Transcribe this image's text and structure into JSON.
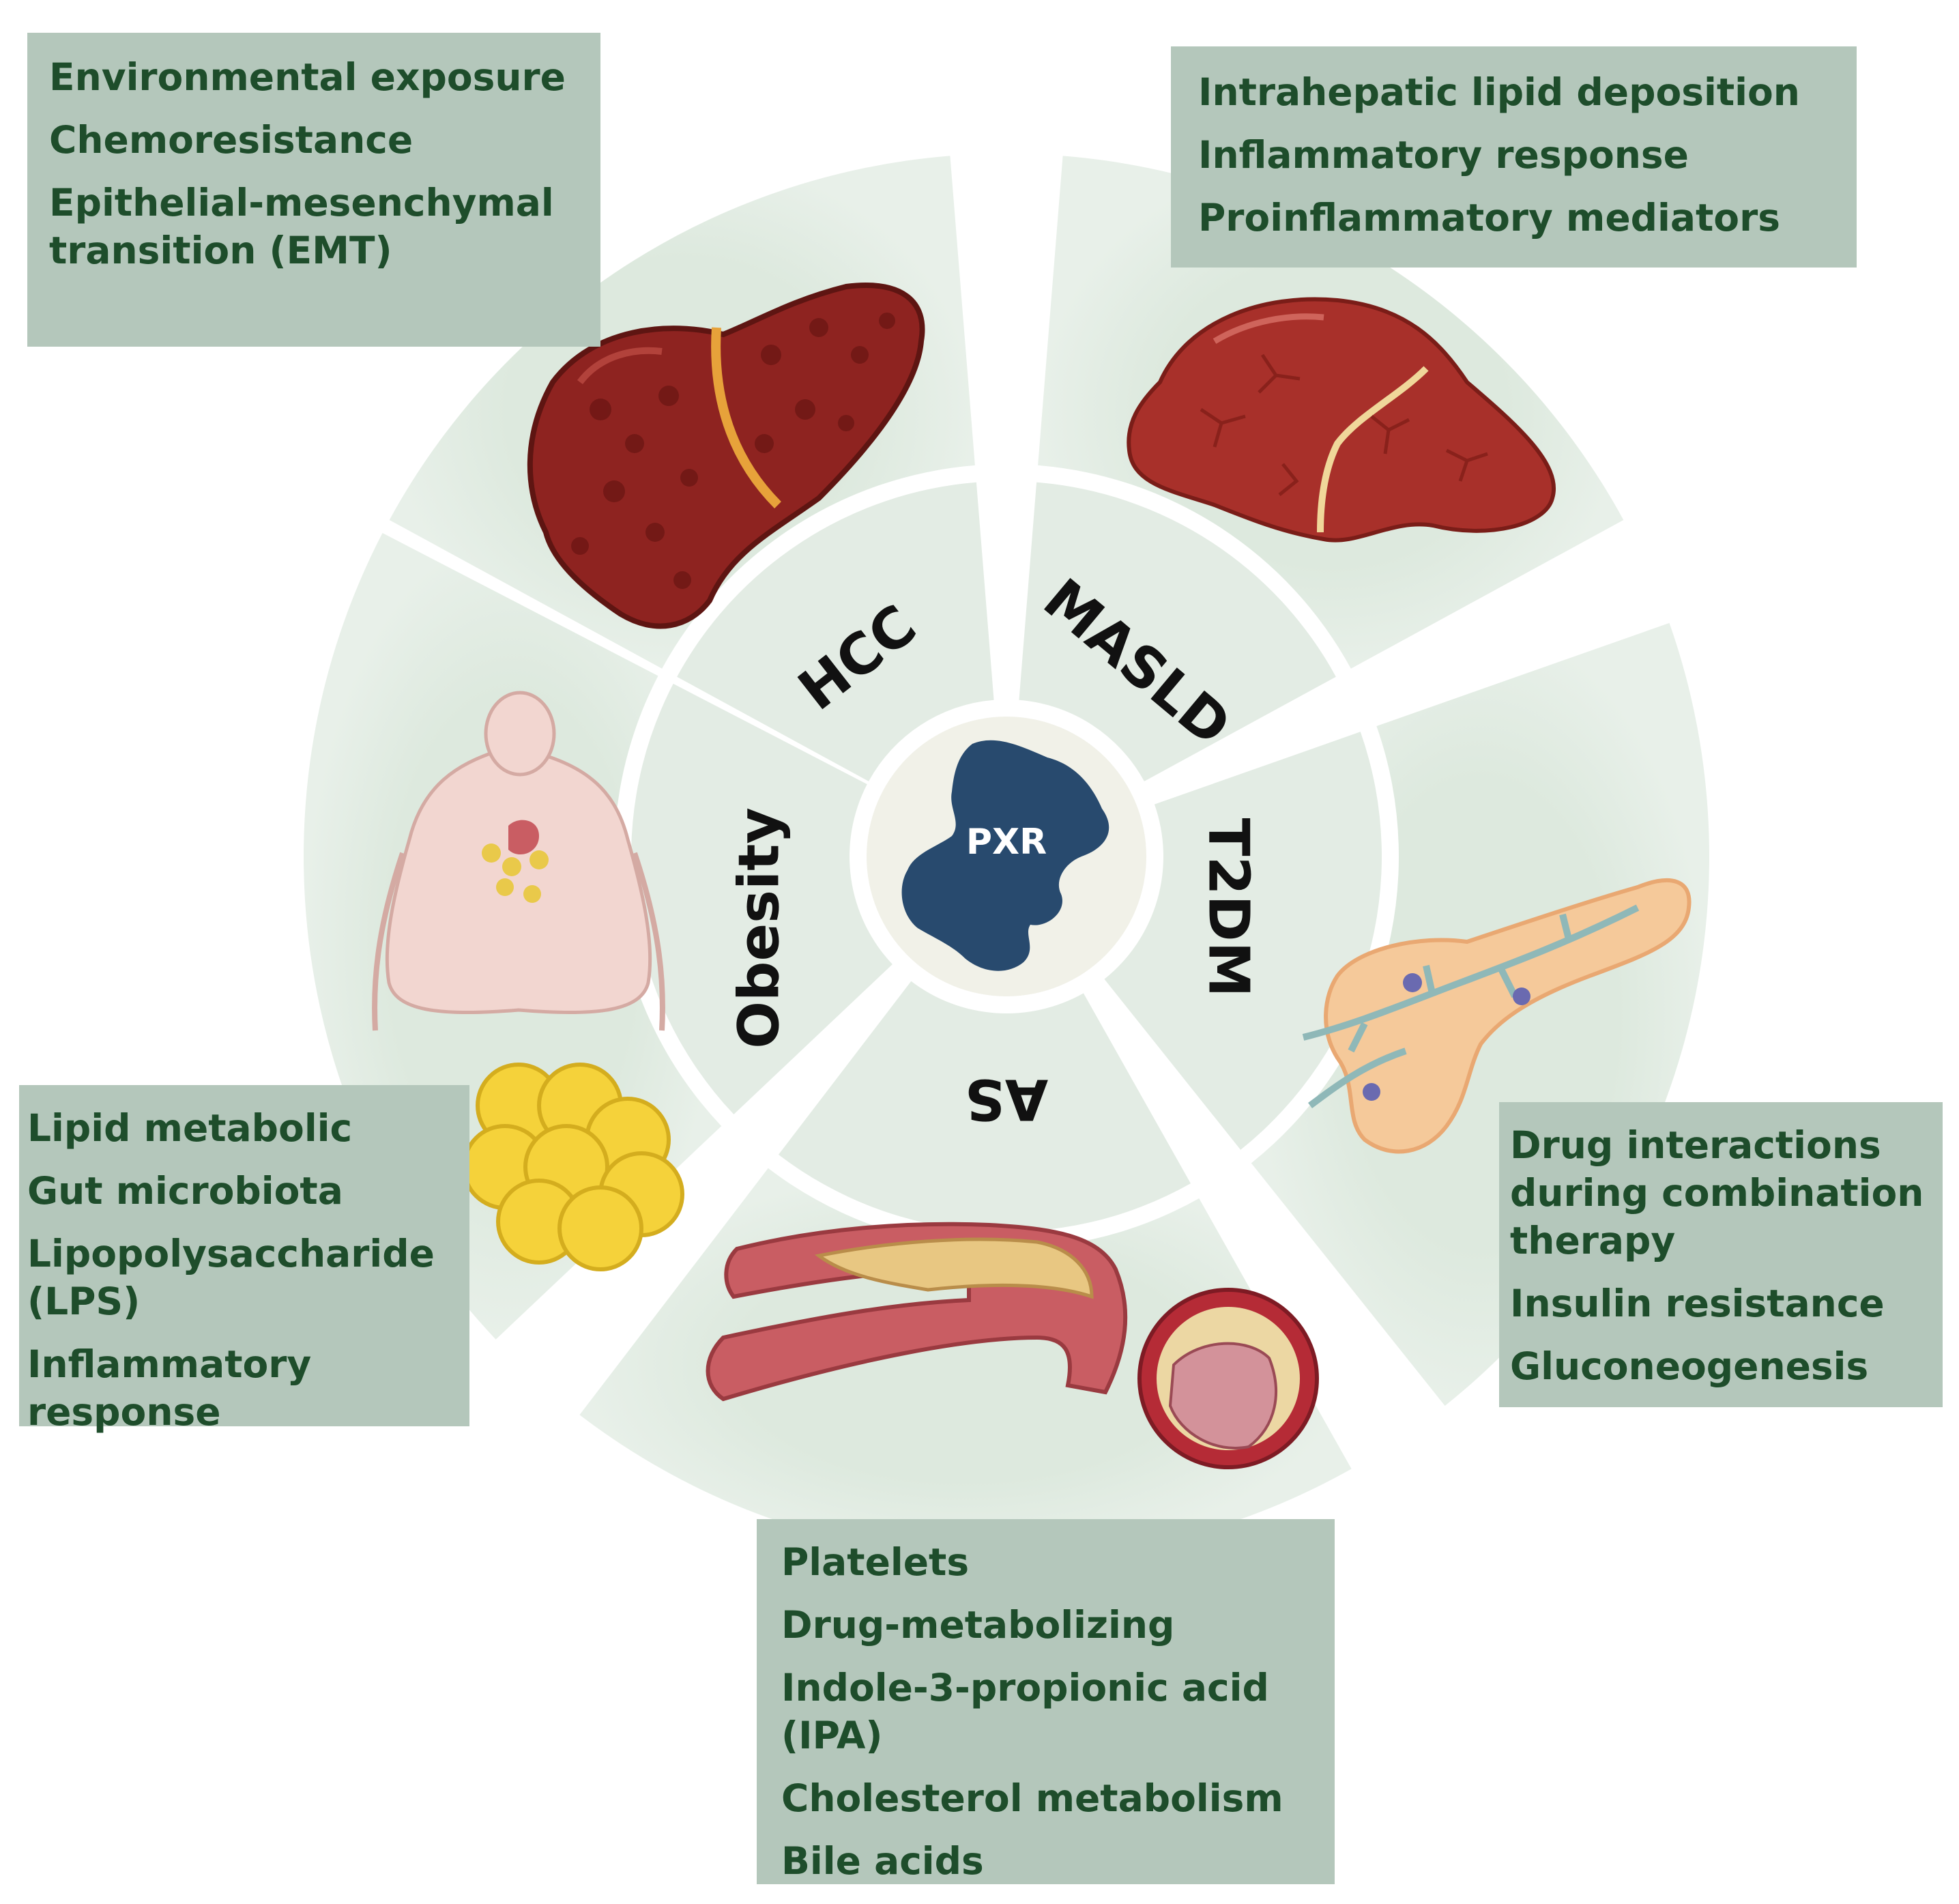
{
  "center": {
    "label": "PXR"
  },
  "segments": [
    {
      "id": "hcc",
      "label": "HCC"
    },
    {
      "id": "masld",
      "label": "MASLD"
    },
    {
      "id": "t2dm",
      "label": "T2DM"
    },
    {
      "id": "as",
      "label": "AS"
    },
    {
      "id": "obesity",
      "label": "Obesity"
    }
  ],
  "boxes": {
    "hcc": [
      "Environmental exposure",
      "Chemoresistance",
      "Epithelial-mesenchymal transition (EMT)"
    ],
    "masld": [
      "Intrahepatic lipid deposition",
      "Inflammatory response",
      "Proinflammatory mediators"
    ],
    "t2dm": [
      "Drug interactions during combination therapy",
      "Insulin resistance",
      "Gluconeogenesis"
    ],
    "as": [
      "Platelets",
      "Drug-metabolizing",
      "Indole-3-propionic acid (IPA)",
      "Cholesterol metabolism",
      "Bile acids"
    ],
    "obesity": [
      "Lipid metabolic",
      "Gut microbiota",
      "Lipopolysaccharide (LPS)",
      "Inflammatory response"
    ]
  },
  "icons": {
    "hcc": "cirrhotic-liver-icon",
    "masld": "fatty-liver-icon",
    "t2dm": "pancreas-icon",
    "as": "atherosclerotic-artery-icon",
    "obesity": "obese-body-icon"
  },
  "colors": {
    "outer_ring": "#dce9df",
    "inner_ring": "#e3ece4",
    "center_disc": "#f1f1e8",
    "protein": "#284a6e",
    "box": "#b4c7bb",
    "box_text": "#1e4d2b"
  }
}
